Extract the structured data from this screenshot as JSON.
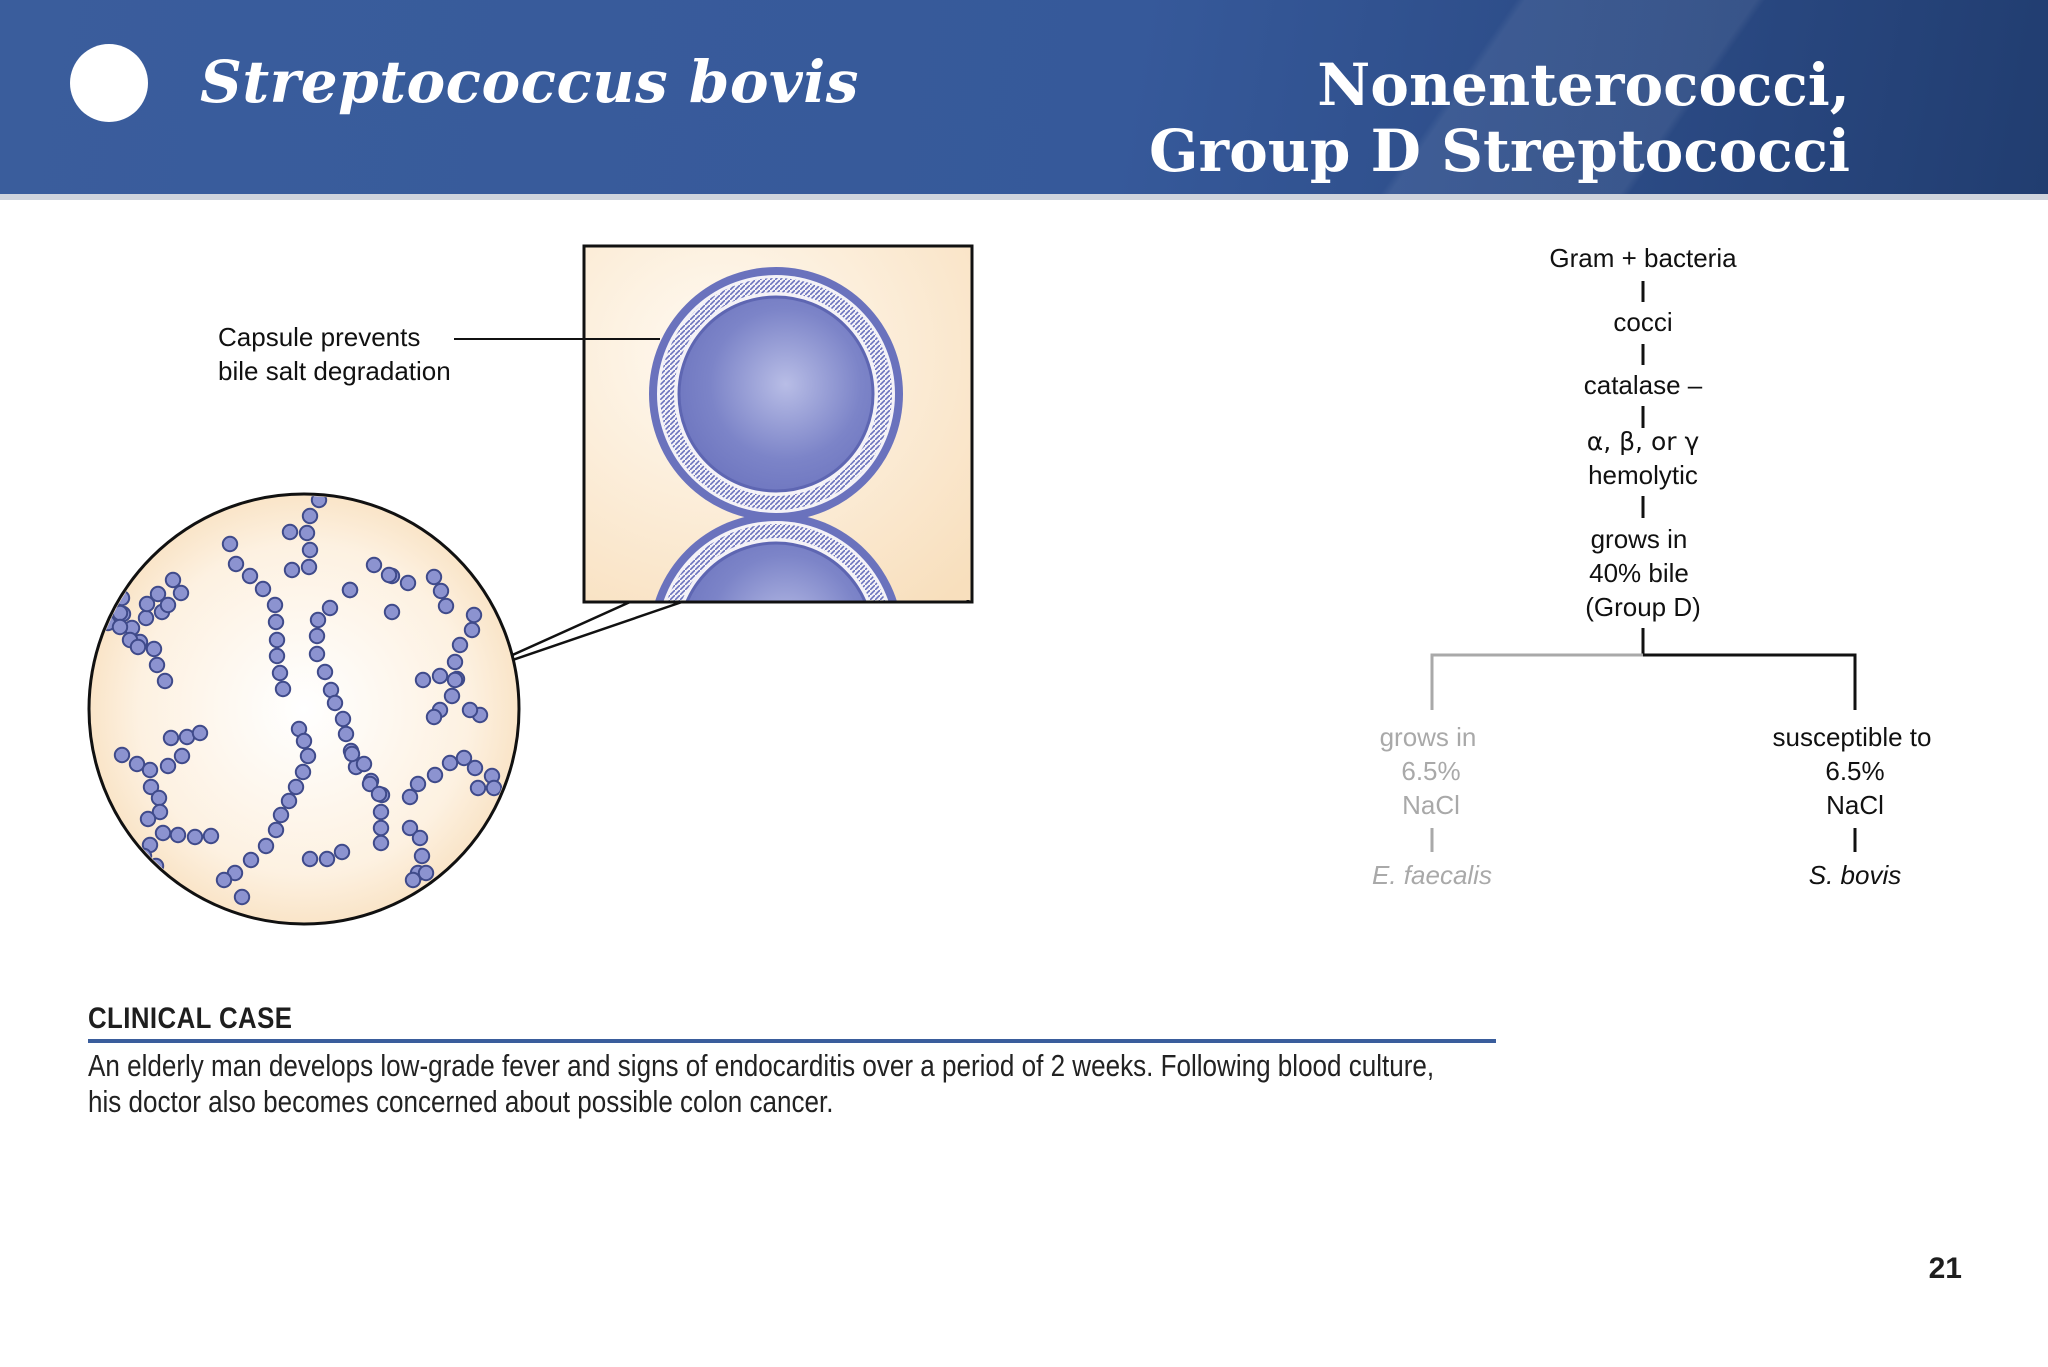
{
  "header": {
    "organism": "Streptococcus bovis",
    "category_line1": "Nonenterococci,",
    "category_line2": "Group D Streptococci"
  },
  "illustration": {
    "callout_line1": "Capsule prevents",
    "callout_line2": "bile salt degradation"
  },
  "flowchart": {
    "n1": "Gram + bacteria",
    "n2": "cocci",
    "n3": "catalase –",
    "n4_line1": "α, β, or γ",
    "n4_line2": "hemolytic",
    "n5_line1": "grows in",
    "n5_line2": "40% bile",
    "n5_line3": "(Group D)",
    "left_line1": "grows in",
    "left_line2": "6.5%",
    "left_line3": "NaCl",
    "left_result": "E. faecalis",
    "right_line1": "susceptible to",
    "right_line2": "6.5%",
    "right_line3": "NaCl",
    "right_result": "S. bovis"
  },
  "clinical_case": {
    "heading": "CLINICAL CASE",
    "line1": "An elderly man develops low-grade fever and signs of endocarditis over a period of 2 weeks. Following blood culture,",
    "line2": "his doctor also becomes concerned about possible colon cancer."
  },
  "page_number": "21",
  "colors": {
    "header_blue": "#3a5d9c",
    "cell_fill": "#8c93d0",
    "cell_outline": "#3f4a8a",
    "faded_branch": "#a9a9a9"
  }
}
